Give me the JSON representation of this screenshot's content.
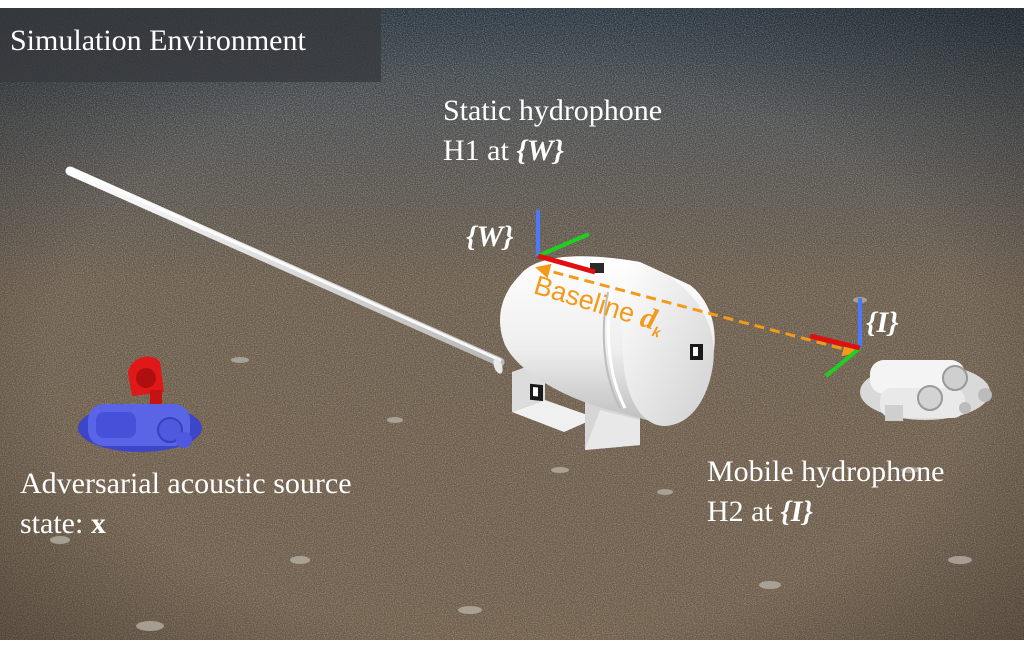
{
  "title": "Simulation Environment",
  "static_hydrophone": {
    "line1": "Static hydrophone",
    "line2_prefix": "H1 at ",
    "line2_frame": "{W}"
  },
  "mobile_hydrophone": {
    "line1": "Mobile hydrophone",
    "line2_prefix": "H2 at ",
    "line2_frame": "{I}"
  },
  "frame_W_label": "{W}",
  "frame_I_label": "{I}",
  "baseline": {
    "label": "Baseline ",
    "symbol": "d",
    "subscript": "k"
  },
  "adversarial_source": {
    "line1": "Adversarial acoustic source",
    "line2_prefix": "state: ",
    "line2_symbol": "x"
  },
  "colors": {
    "seabed": "#6b5a48",
    "water_haze": "#3d4a55",
    "baseline_arrow": "#f39a1a",
    "axis_x": "#e01010",
    "axis_y": "#20d020",
    "axis_z": "#4a78ff",
    "source_body": "#5a64e6",
    "source_propeller": "#e01818",
    "tank": "#f2f2f2"
  }
}
